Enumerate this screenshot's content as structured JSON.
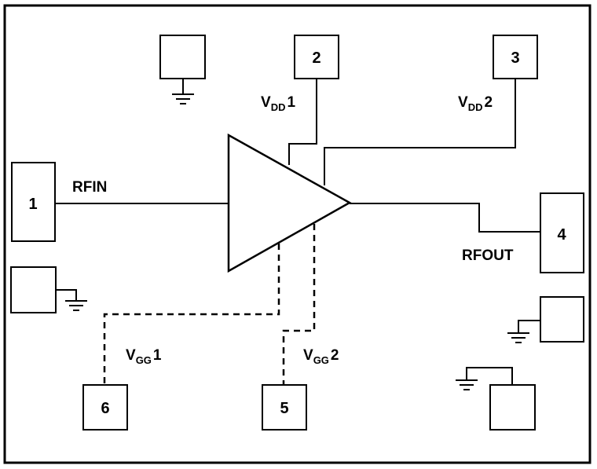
{
  "diagram": {
    "pins": [
      {
        "number": "1",
        "net": "RFIN"
      },
      {
        "number": "2",
        "net": "V_DD1"
      },
      {
        "number": "3",
        "net": "V_DD2"
      },
      {
        "number": "4",
        "net": "RFOUT"
      },
      {
        "number": "5",
        "net": "V_GG2"
      },
      {
        "number": "6",
        "net": "V_GG1"
      }
    ],
    "labels": {
      "rfin": "RFIN",
      "rfout": "RFOUT",
      "v": "V",
      "dd_sub": "DD",
      "gg_sub": "GG",
      "one": "1",
      "two": "2"
    }
  }
}
